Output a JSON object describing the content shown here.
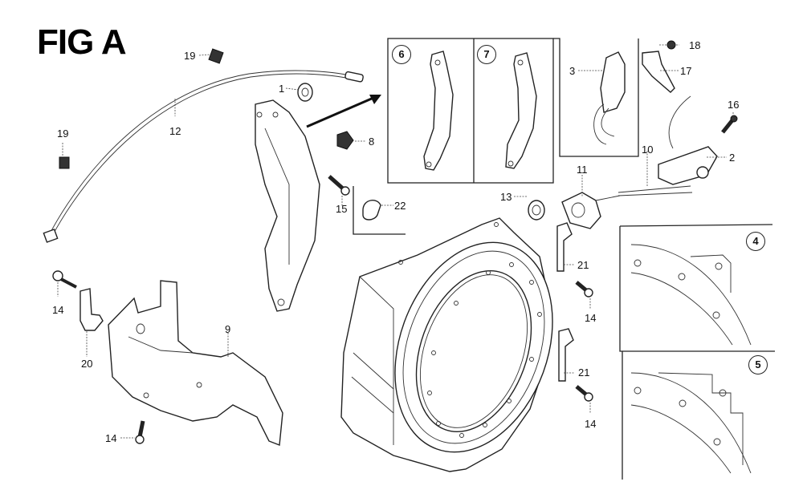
{
  "figure": {
    "title": "FIG A",
    "inset_labels": {
      "part6": "6",
      "part7": "7",
      "part4": "4",
      "part5": "5"
    },
    "callouts": {
      "c1": "1",
      "c2": "2",
      "c3": "3",
      "c8": "8",
      "c9": "9",
      "c10": "10",
      "c11": "11",
      "c12": "12",
      "c13": "13",
      "c14a": "14",
      "c14b": "14",
      "c14c": "14",
      "c14d": "14",
      "c15": "15",
      "c16": "16",
      "c17": "17",
      "c18": "18",
      "c19a": "19",
      "c19b": "19",
      "c20": "20",
      "c21a": "21",
      "c21b": "21",
      "c22": "22"
    }
  }
}
